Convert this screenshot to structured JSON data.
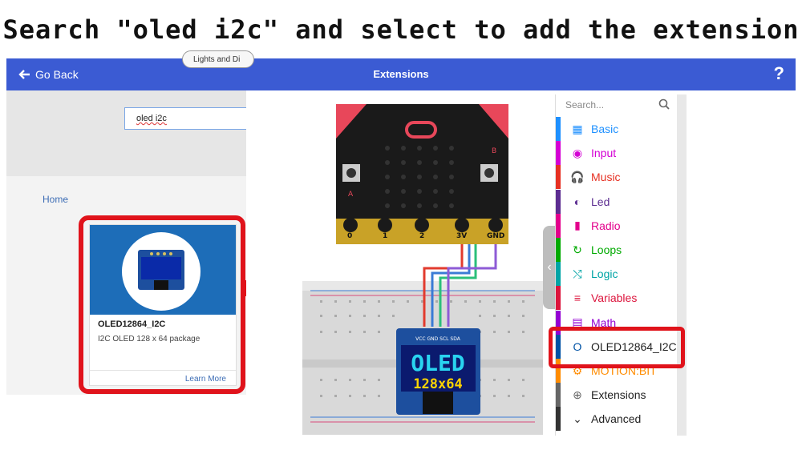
{
  "instruction": "Search \"oled i2c\" and select to add the extension",
  "topbar": {
    "back_label": "Go Back",
    "title": "Extensions",
    "help_label": "?",
    "color": "#3b5bd3"
  },
  "search": {
    "value": "oled i2c",
    "chip_label": "Lights and Di"
  },
  "breadcrumb": {
    "home": "Home"
  },
  "card": {
    "title": "OLED12864_I2C",
    "description": "I2C OLED 128 x 64 package",
    "learn_more": "Learn More",
    "image_color": "#1d6db8"
  },
  "simulator": {
    "pin_labels": [
      "0",
      "1",
      "2",
      "3V",
      "GND"
    ],
    "button_a": "A",
    "button_b": "B",
    "oled_line1": "OLED",
    "oled_line2": "128x64",
    "oled_pin_labels": "VCC GND SCL SDA"
  },
  "toolbox": {
    "search_placeholder": "Search...",
    "categories": [
      {
        "label": "Basic",
        "color": "#1e90ff",
        "icon": "grid-icon"
      },
      {
        "label": "Input",
        "color": "#d400d4",
        "icon": "circle-icon"
      },
      {
        "label": "Music",
        "color": "#e63022",
        "icon": "headphones-icon"
      },
      {
        "label": "Led",
        "color": "#5c2d91",
        "icon": "toggle-icon"
      },
      {
        "label": "Radio",
        "color": "#e3008c",
        "icon": "signal-icon"
      },
      {
        "label": "Loops",
        "color": "#00aa00",
        "icon": "refresh-icon"
      },
      {
        "label": "Logic",
        "color": "#00a4a6",
        "icon": "shuffle-icon"
      },
      {
        "label": "Variables",
        "color": "#dc143c",
        "icon": "list-icon"
      },
      {
        "label": "Math",
        "color": "#9400d3",
        "icon": "calculator-icon"
      },
      {
        "label": "OLED12864_I2C",
        "color": "#0052a5",
        "icon": "oled-icon"
      },
      {
        "label": "MOTION:BIT",
        "color": "#ff8c00",
        "icon": "gear-icon"
      },
      {
        "label": "Extensions",
        "color": "#666666",
        "icon": "plus-circle-icon"
      },
      {
        "label": "Advanced",
        "color": "#333333",
        "icon": "chevron-down-icon"
      }
    ]
  },
  "highlight_color": "#e0131b"
}
